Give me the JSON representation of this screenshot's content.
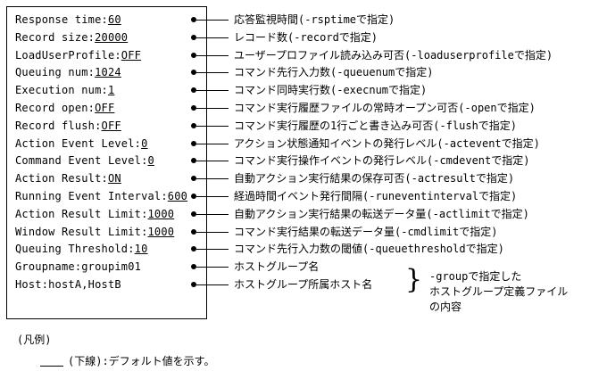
{
  "rows": [
    {
      "prefix": "Response time:",
      "value": "60",
      "desc": "応答監視時間(-rsptimeで指定)"
    },
    {
      "prefix": "Record size:",
      "value": "20000",
      "desc": "レコード数(-recordで指定)"
    },
    {
      "prefix": "LoadUserProfile:",
      "value": "OFF",
      "desc": "ユーザープロファイル読み込み可否(-loaduserprofileで指定)"
    },
    {
      "prefix": "Queuing num:",
      "value": "1024",
      "desc": "コマンド先行入力数(-queuenumで指定)"
    },
    {
      "prefix": "Execution num:",
      "value": "1",
      "desc": "コマンド同時実行数(-execnumで指定)"
    },
    {
      "prefix": "Record open:",
      "value": "OFF",
      "desc": "コマンド実行履歴ファイルの常時オープン可否(-openで指定)"
    },
    {
      "prefix": "Record flush:",
      "value": "OFF",
      "desc": "コマンド実行履歴の1行ごと書き込み可否(-flushで指定)"
    },
    {
      "prefix": "Action Event Level:",
      "value": "0",
      "desc": "アクション状態通知イベントの発行レベル(-acteventで指定)"
    },
    {
      "prefix": "Command Event Level:",
      "value": "0",
      "desc": "コマンド実行操作イベントの発行レベル(-cmdeventで指定)"
    },
    {
      "prefix": "Action Result:",
      "value": "ON",
      "desc": "自動アクション実行結果の保存可否(-actresultで指定)"
    },
    {
      "prefix": "Running Event Interval:",
      "value": "600",
      "desc": "経過時間イベント発行間隔(-runeventintervalで指定)"
    },
    {
      "prefix": "Action Result Limit:",
      "value": "1000",
      "desc": "自動アクション実行結果の転送データ量(-actlimitで指定)"
    },
    {
      "prefix": "Window Result Limit:",
      "value": "1000",
      "desc": "コマンド実行結果の転送データ量(-cmdlimitで指定)"
    },
    {
      "prefix": "Queuing Threshold:",
      "value": "10",
      "desc": "コマンド先行入力数の閾値(-queuethresholdで指定)"
    },
    {
      "prefix": "Groupname:groupim01",
      "value": "",
      "desc": "ホストグループ名"
    },
    {
      "prefix": "Host:hostA,HostB",
      "value": "",
      "desc": "ホストグループ所属ホスト名"
    }
  ],
  "group_note": [
    "-groupで指定した",
    "ホストグループ定義ファイル",
    "の内容"
  ],
  "legend": {
    "title": "(凡例)",
    "text": "(下線):デフォルト値を示す。"
  }
}
